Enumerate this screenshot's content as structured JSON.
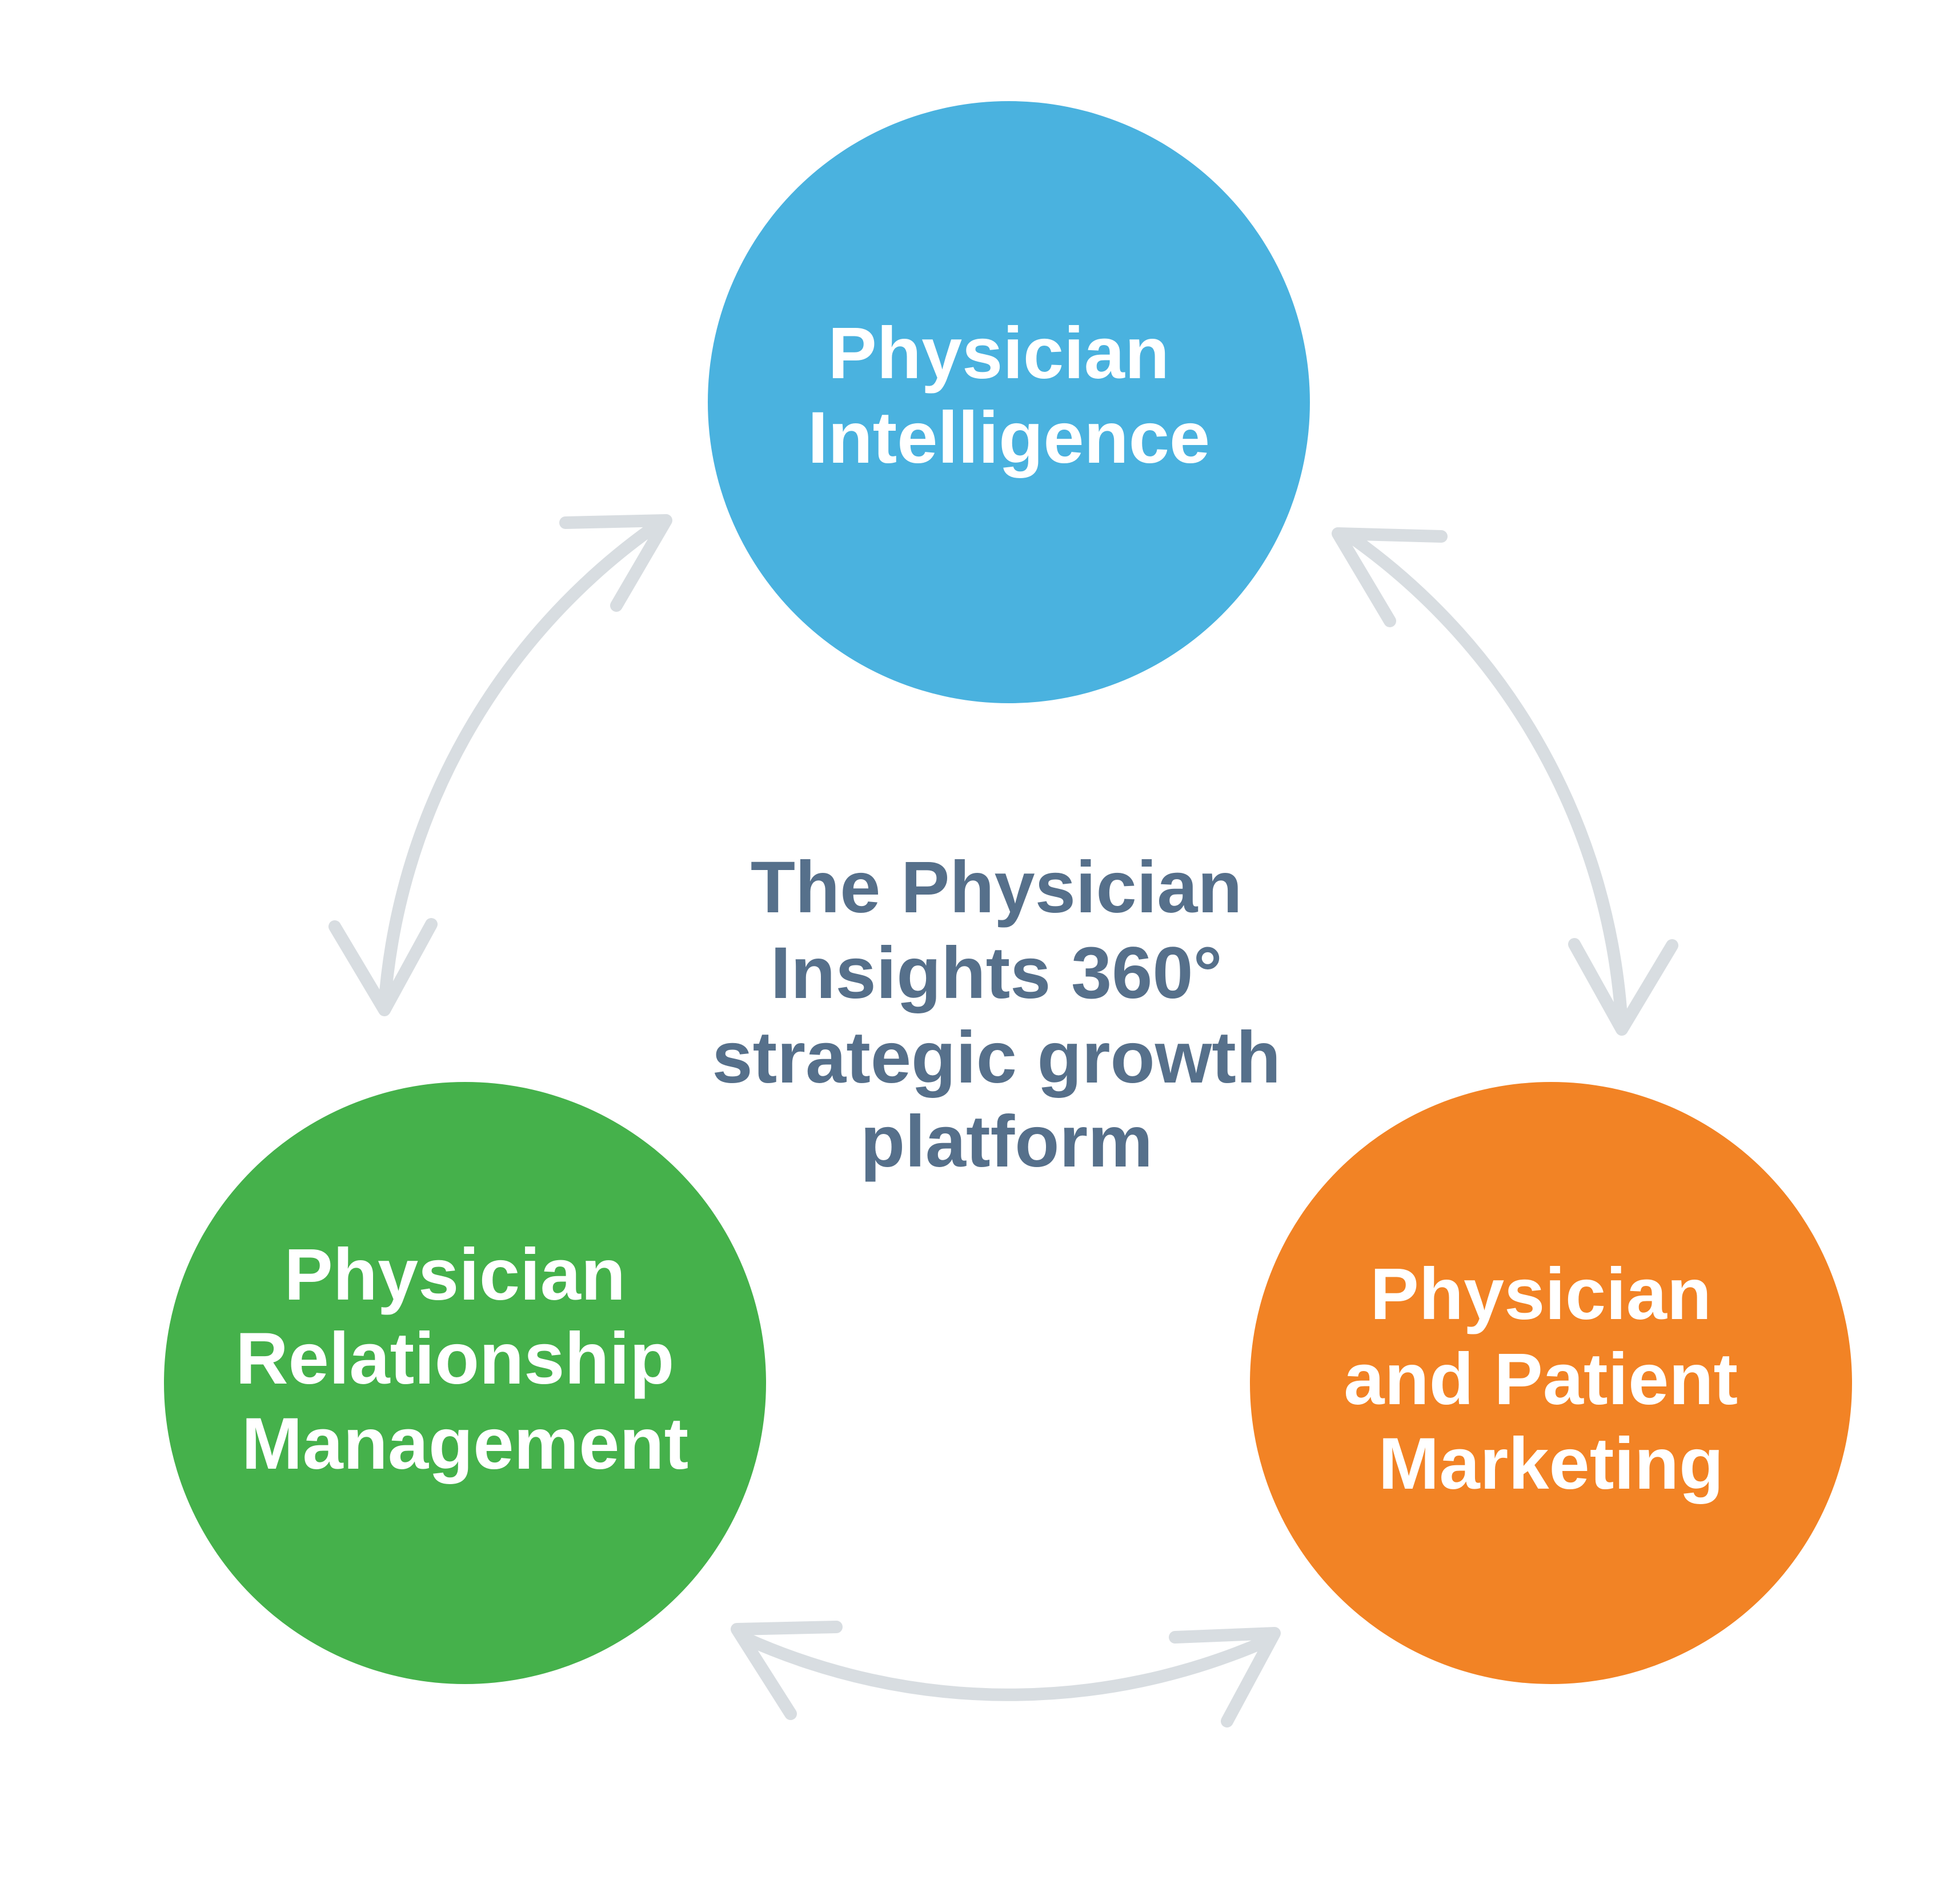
{
  "colors": {
    "background": "#ffffff",
    "intelligence": "#4ab2df",
    "relationship": "#45b14b",
    "marketing": "#f28325",
    "arrow": "#d8dde1",
    "center_text": "#56708b",
    "node_text": "#ffffff"
  },
  "center": {
    "lines": [
      "The Physician",
      "Insights 360°",
      "strategic growth",
      "platform"
    ]
  },
  "nodes": [
    {
      "id": "intelligence",
      "lines": [
        "Physician",
        "Intelligence"
      ]
    },
    {
      "id": "relationship",
      "lines": [
        "Physician",
        "Relationship",
        "Management"
      ]
    },
    {
      "id": "marketing",
      "lines": [
        "Physician",
        "and Patient",
        "Marketing"
      ]
    }
  ],
  "connectors": [
    {
      "from": "intelligence",
      "to": "relationship",
      "direction": "bidirectional"
    },
    {
      "from": "intelligence",
      "to": "marketing",
      "direction": "bidirectional"
    },
    {
      "from": "relationship",
      "to": "marketing",
      "direction": "bidirectional"
    }
  ]
}
